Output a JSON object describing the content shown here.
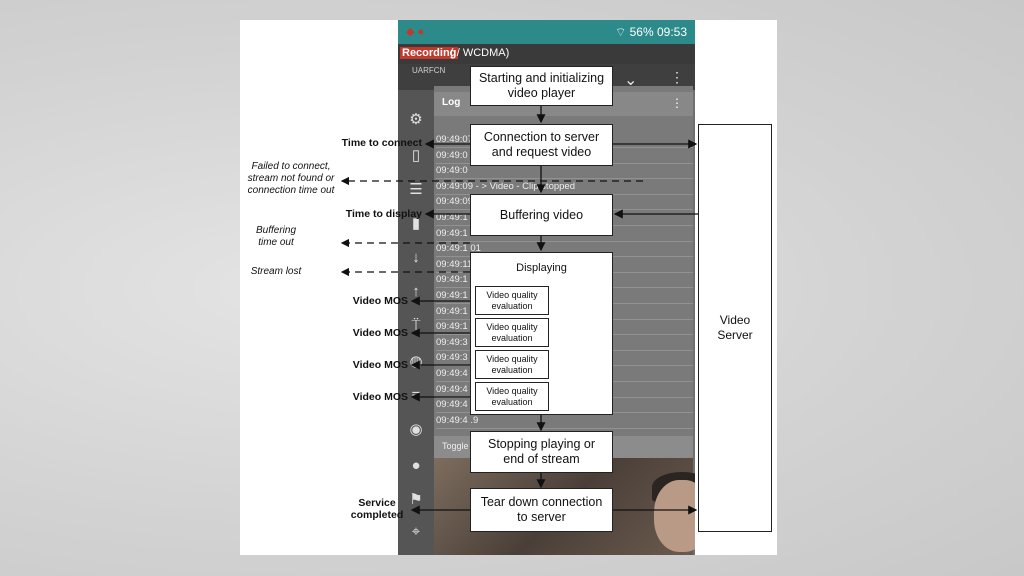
{
  "phone": {
    "status_time": "09:53",
    "battery": "56%",
    "recording_badge": "Recording",
    "network": "( / WCDMA)",
    "column_label": "UARFCN",
    "log_title": "Log",
    "log_lines": [
      "09:49:07 - Start YouTube Video",
      "09:49:0",
      "09:49:0",
      "09:49:09 - > Video - Clip stopped",
      "09:49:09 - > Video - Loading",
      "09:49:1",
      "09:49:1",
      "09:49:1                              01",
      "09:49:11 - > Video - Buffering started",
      "09:49:1",
      "09:49:1",
      "09:49:1",
      "09:49:1                              x480",
      "09:49:3                              .8",
      "09:49:3",
      "09:49:4                              .9",
      "09:49:4",
      "09:49:4                              0x720",
      "09:49:4                              .9"
    ],
    "bottom_bar": "Toggle size   Landscape [864x480]"
  },
  "diagram": {
    "boxes": {
      "start": "Starting and initializing video player",
      "connect": "Connection to server and request video",
      "buffer": "Buffering video",
      "display_title": "Displaying",
      "stop": "Stopping playing or end of stream",
      "teardown": "Tear down connection to server",
      "server": "Video Server"
    },
    "evaluations": [
      "Video quality evaluation",
      "Video quality evaluation",
      "Video quality evaluation",
      "Video quality evaluation"
    ],
    "labels": {
      "time_to_connect": "Time to connect",
      "time_to_display": "Time to display",
      "video_mos": [
        "Video MOS",
        "Video MOS",
        "Video MOS",
        "Video MOS"
      ],
      "service_completed": "Service completed"
    },
    "failure_labels": {
      "failed_connect": "Failed to connect, stream not found or connection time out",
      "buffering_timeout": "Buffering time out",
      "stream_lost": "Stream lost"
    }
  }
}
